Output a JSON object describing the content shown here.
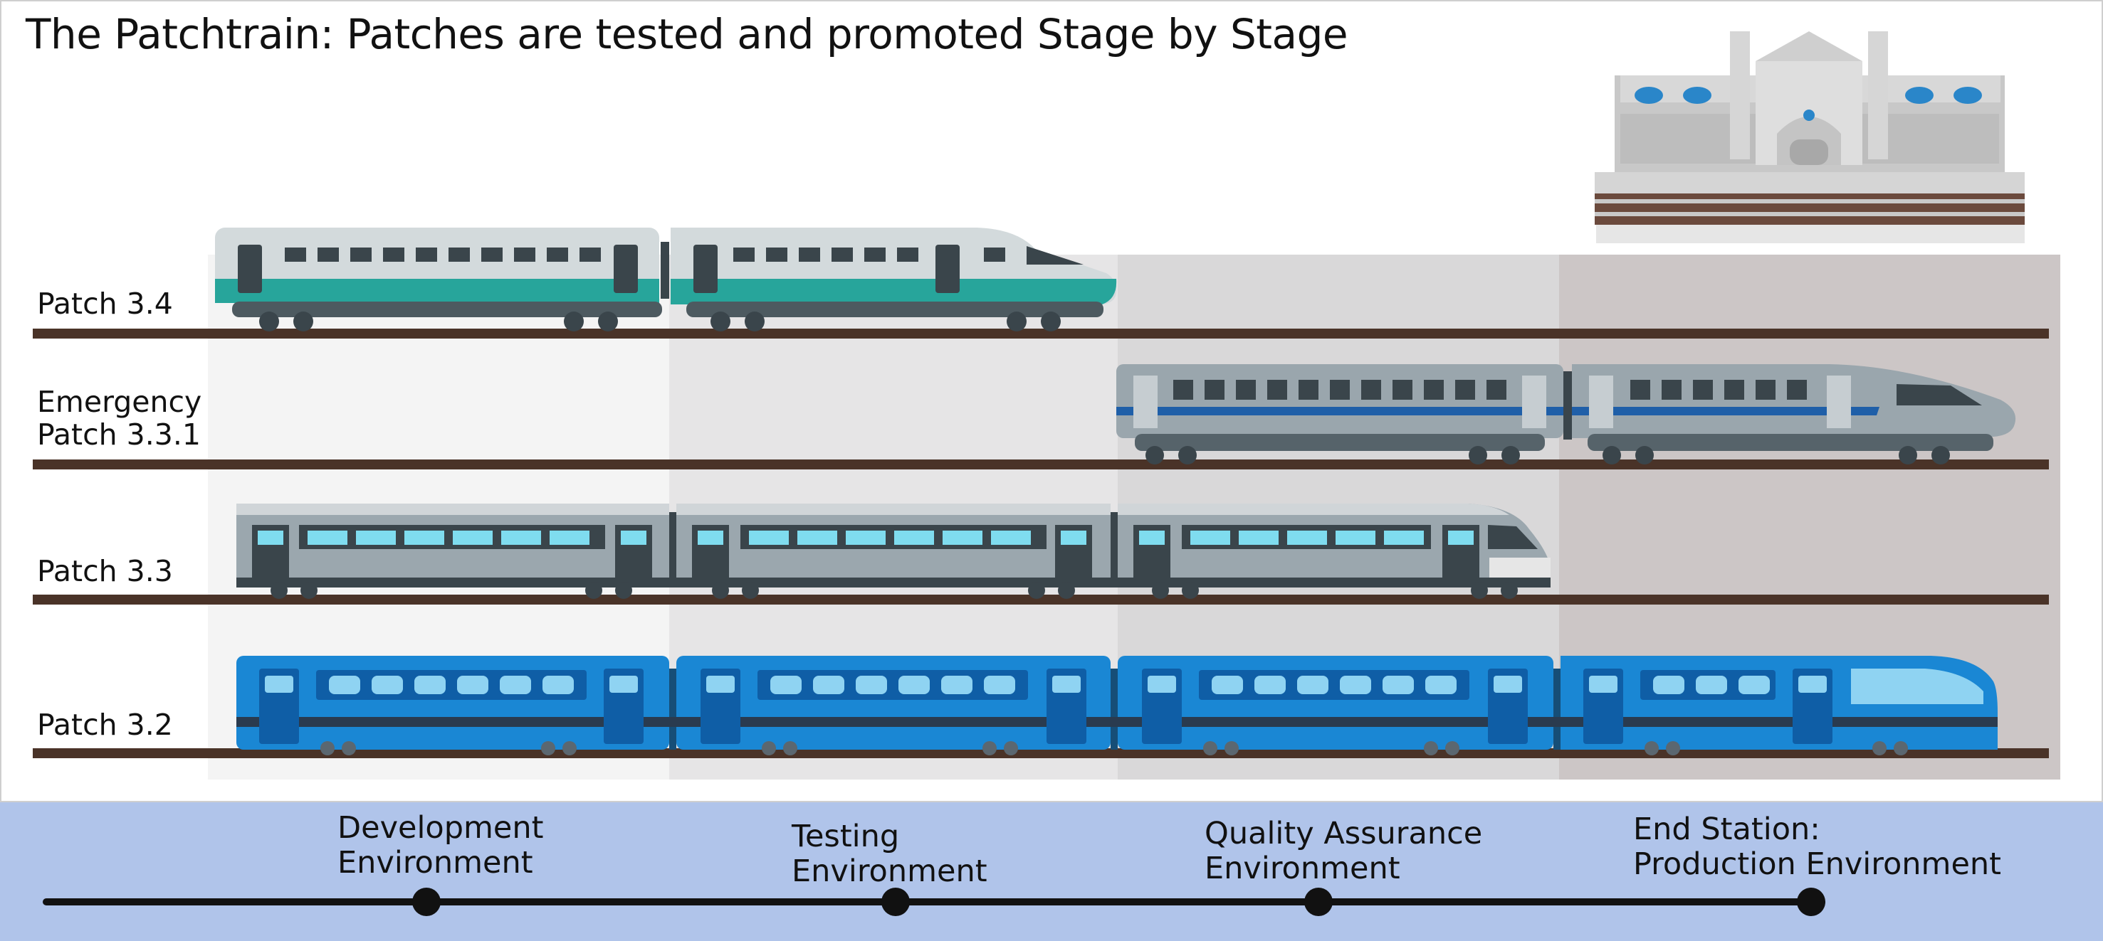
{
  "title": "The Patchtrain: Patches are tested and promoted Stage by Stage",
  "lanes": [
    {
      "label": "Patch 3.4",
      "stage_reached": 2,
      "cars": 2,
      "color_body": "#d3dadc",
      "color_stripe": "#27a59b"
    },
    {
      "label": "Emergency\nPatch 3.3.1",
      "stage_reached": 4,
      "cars": 2,
      "color_body": "#9aa6ad",
      "color_stripe": "#1f5fa8"
    },
    {
      "label": "Patch 3.3",
      "stage_reached": 3,
      "cars": 3,
      "color_body": "#9ba7ae",
      "color_stripe": "#76d6ea"
    },
    {
      "label": "Patch 3.2",
      "stage_reached": 4,
      "cars": 4,
      "color_body": "#1a87d4",
      "color_stripe": "#8fd3f2"
    }
  ],
  "stages": [
    {
      "label": "Development\nEnvironment"
    },
    {
      "label": "Testing\nEnvironment"
    },
    {
      "label": "Quality Assurance\nEnvironment"
    },
    {
      "label": "End Station:\nProduction Environment"
    }
  ],
  "icons": [
    "train-station-icon",
    "train-icon"
  ],
  "colors": {
    "zone_shades": [
      "#f4f4f4",
      "#e6e5e6",
      "#d9d8d9",
      "#ccc6c6"
    ],
    "rail": "#4a3328",
    "timeline_band": "#b0c4ea"
  }
}
